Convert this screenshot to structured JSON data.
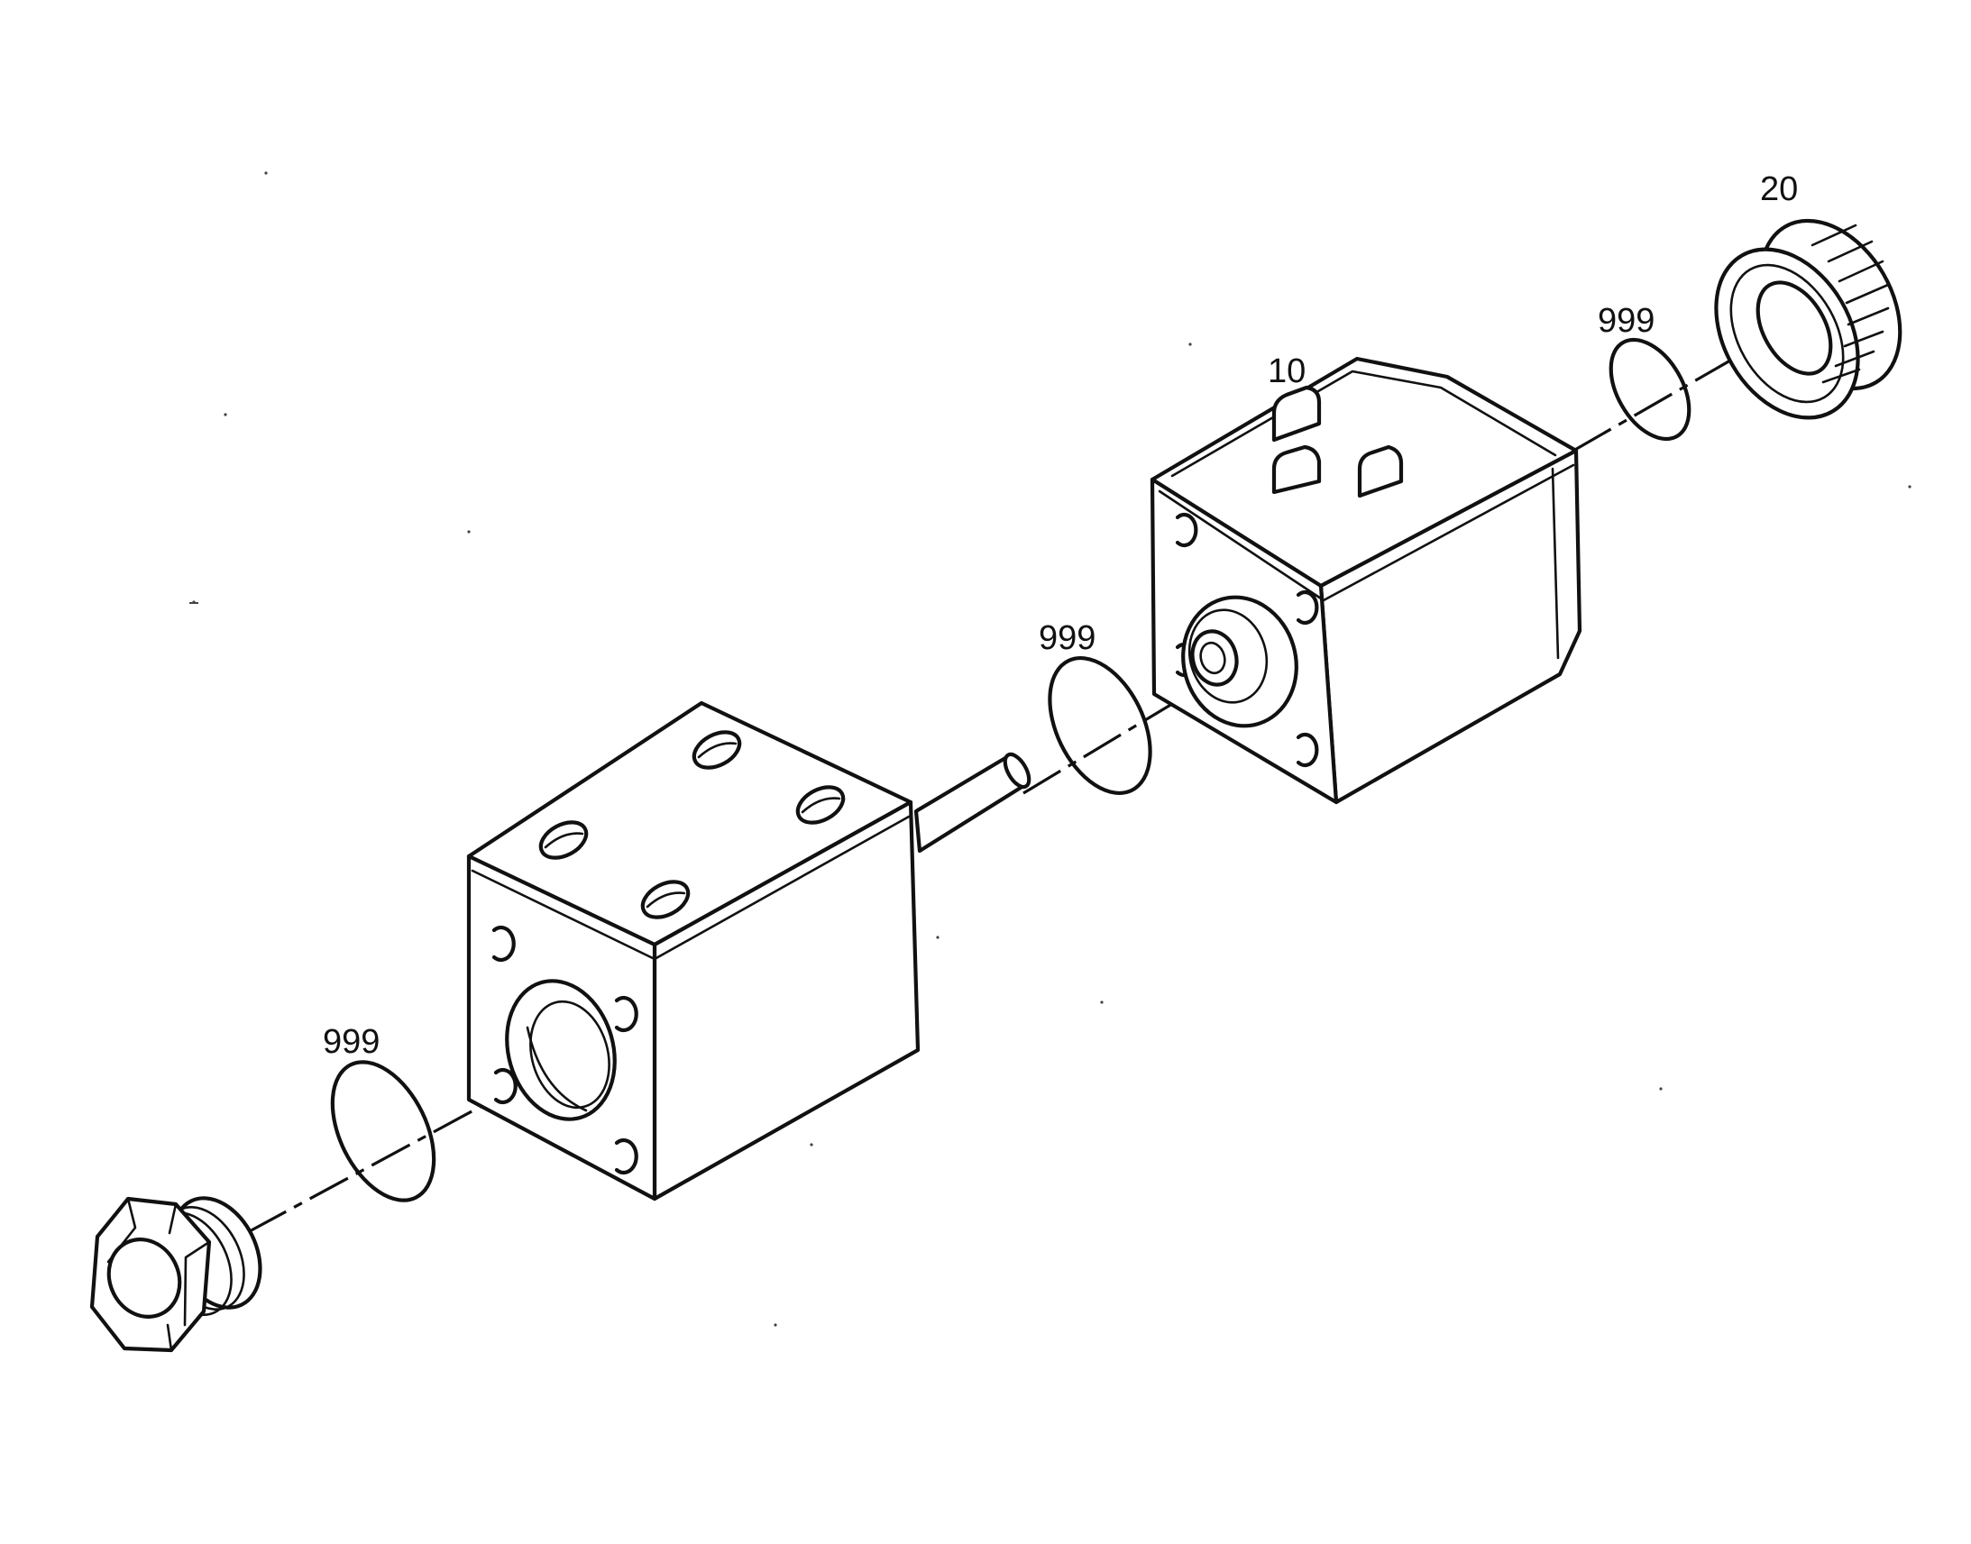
{
  "callouts": {
    "coil_nut": "20",
    "coil": "10",
    "seal_top_right": "999",
    "seal_middle": "999",
    "seal_lower_left": "999"
  },
  "colors": {
    "line": "#111111",
    "background": "#ffffff"
  }
}
